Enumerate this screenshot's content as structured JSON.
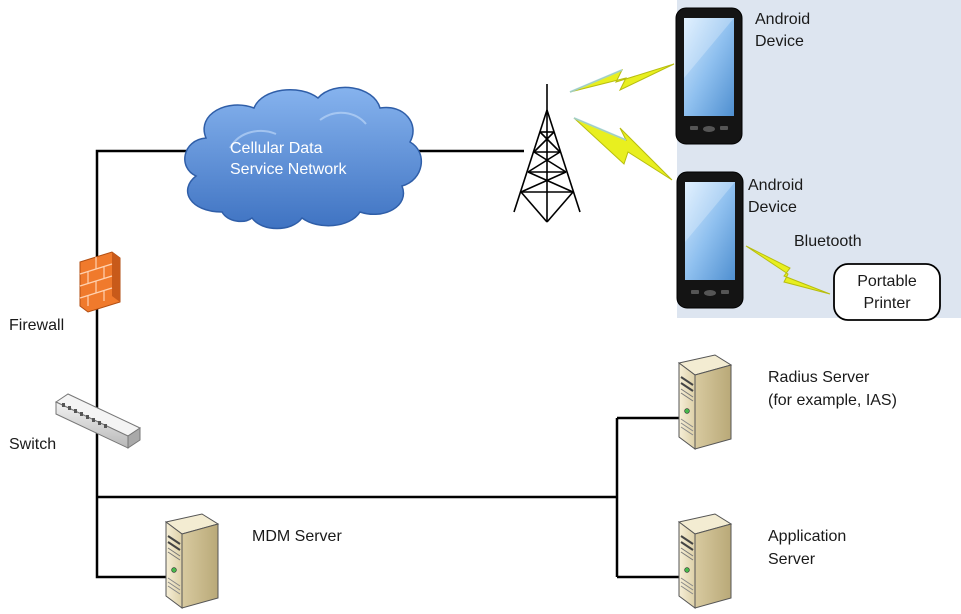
{
  "cloud": {
    "line1": "Cellular Data",
    "line2": "Service Network"
  },
  "devices": {
    "android_top": {
      "line1": "Android",
      "line2": "Device"
    },
    "android_bottom": {
      "line1": "Android",
      "line2": "Device"
    },
    "bluetooth_label": "Bluetooth",
    "printer": {
      "line1": "Portable",
      "line2": "Printer"
    }
  },
  "network": {
    "firewall_label": "Firewall",
    "switch_label": "Switch"
  },
  "servers": {
    "mdm": "MDM Server",
    "radius": {
      "line1": "Radius Server",
      "line2": "(for example, IAS)"
    },
    "application": {
      "line1": "Application",
      "line2": "Server"
    }
  },
  "colors": {
    "device_panel": "#dde5f0",
    "cloud_fill": "#5b8fd6",
    "firewall": "#f07a2c",
    "lightning": "#e8ef1f",
    "server_body": "#efe6c8"
  }
}
